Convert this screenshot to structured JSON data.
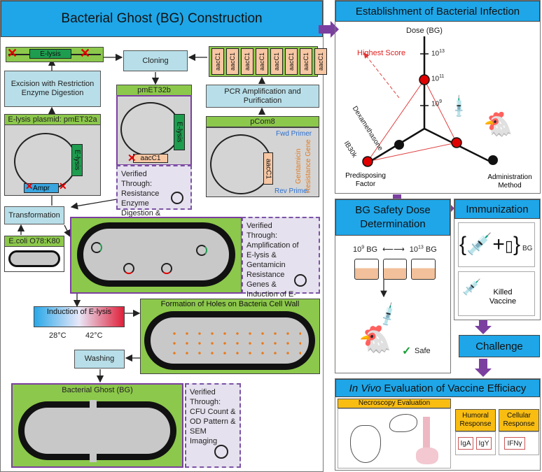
{
  "left": {
    "title": "Bacterial Ghost (BG) Construction",
    "cloning": "Cloning",
    "pcr": "PCR Amplification and Purification",
    "excision": "Excision with Restriction Enzyme Digestion",
    "elysis_label": "E-lysis",
    "pmet32b": "pmET32b",
    "pcom8": "pCom8",
    "elysis_plasmid": "E-lysis plasmid: pmET32a",
    "aacc1": "aacC1",
    "ampr": "Ampr",
    "fwd_primer": "Fwd Primer",
    "rev_primer": "Rev Primer",
    "gentamicin_gene": "Gentamicin Resistance Gene",
    "verify1": "Verified Through: Resistance Enzyme Digestion & Sequensing",
    "transformation": "Transformation",
    "ecoli": "E.coli O78:K80",
    "verify2": "Verified Through: Amplification of E-lysis & Gentamicin Resistance Genes & Induction of E-lysis Protein Expression",
    "induction": "Induction of E-lysis",
    "temp_low": "28°C",
    "temp_high": "42°C",
    "holes": "Formation of Holes on Bacteria Cell Wall",
    "washing": "Washing",
    "bg": "Bacterial Ghost (BG)",
    "verify3": "Verified Through: CFU Count & OD Pattern & SEM Imaging"
  },
  "infection": {
    "title": "Establishment of Bacterial Infection",
    "dose": "Dose (BG)",
    "highest": "Highest Score",
    "t13": "10",
    "t11": "10",
    "t9": "10",
    "t13_exp": "13",
    "t11_exp": "11",
    "t9_exp": "9",
    "dexa": "Dexamethasone",
    "ib30k": "IB30k",
    "predisposing": "Predisposing Factor",
    "admin": "Administration Method"
  },
  "safety": {
    "title": "BG Safety Dose Determination",
    "low": "10",
    "low_exp": "9",
    "low_unit": " BG",
    "high": "10",
    "high_exp": "13",
    "high_unit": " BG",
    "safe": "Safe"
  },
  "immunization": {
    "title": "Immunization",
    "bg": "BG",
    "killed": "Killed Vaccine"
  },
  "challenge": "Challenge",
  "evaluation": {
    "title_italic": "In Vivo",
    "title_rest": " Evaluation of Vaccine Efficiacy",
    "necro": "Necroscopy Evaluation",
    "humoral": "Humoral Response",
    "cellular": "Cellular Response",
    "iga": "IgA",
    "igy": "IgY",
    "ifn": "IFNγ"
  },
  "colors": {
    "header_blue": "#1ea6e8",
    "green": "#8cc84b",
    "purple": "#7b3fa0",
    "red": "#e00000"
  }
}
